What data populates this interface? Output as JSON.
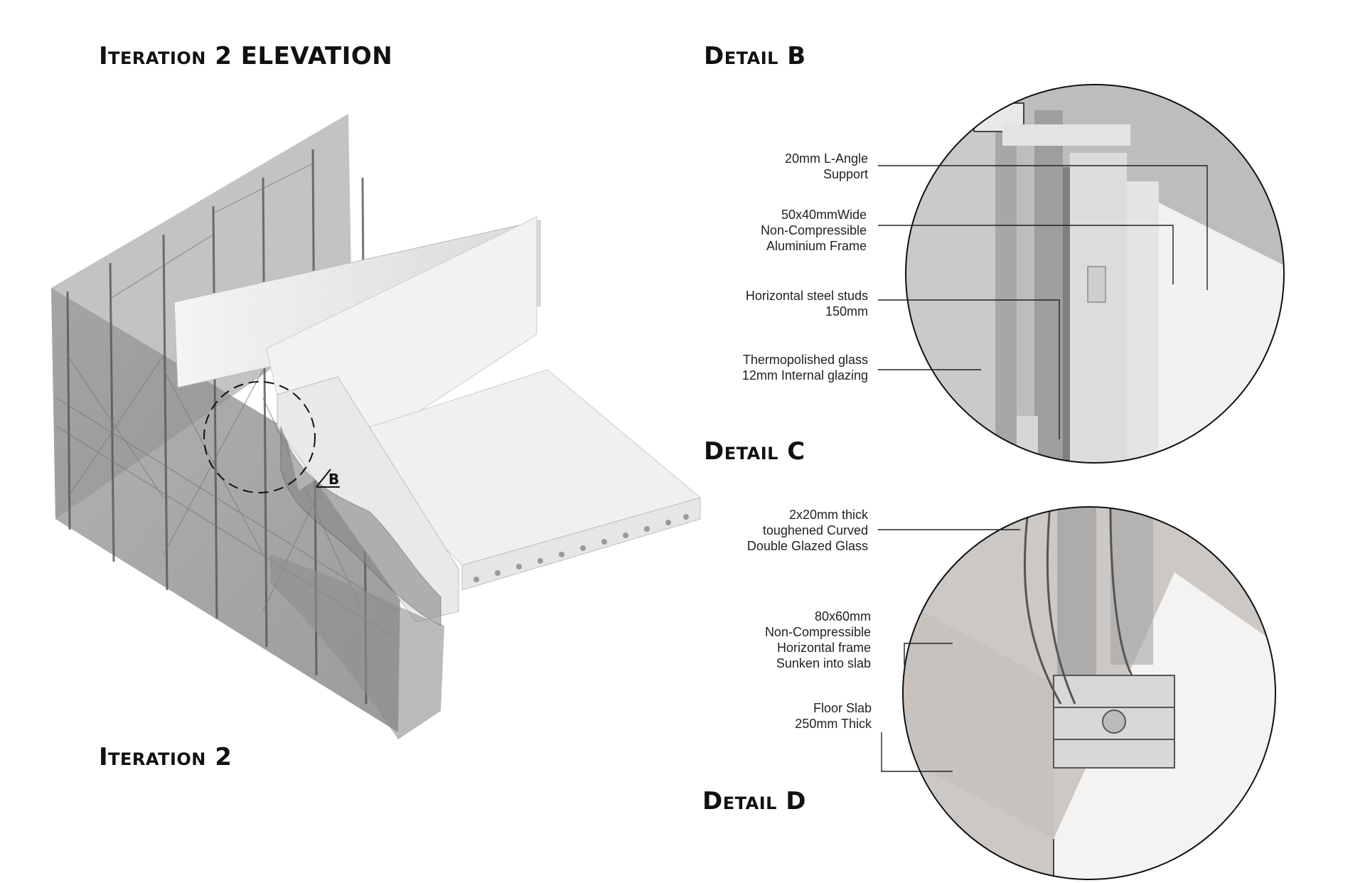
{
  "headings": {
    "elevation": "Iteration 2 ELEVATION",
    "iteration": "Iteration 2",
    "detail_b": "Detail B",
    "detail_c": "Detail C",
    "detail_d": "Detail D"
  },
  "callout_marker": "B",
  "detail_c_labels": {
    "l_angle": [
      "20mm L-Angle",
      "Support"
    ],
    "frame": [
      "50x40mmWide",
      "Non-Compressible",
      "Aluminium Frame"
    ],
    "studs": [
      "Horizontal steel studs",
      "150mm"
    ],
    "glass": [
      "Thermopolished glass",
      "12mm Internal glazing"
    ]
  },
  "detail_d_labels": {
    "curved_glass": [
      "2x20mm thick",
      "toughened Curved",
      "Double Glazed Glass"
    ],
    "horizontal_frame": [
      "80x60mm",
      "Non-Compressible",
      "Horizontal frame",
      "Sunken into slab"
    ],
    "floor_slab": [
      "Floor Slab",
      "250mm Thick"
    ]
  }
}
